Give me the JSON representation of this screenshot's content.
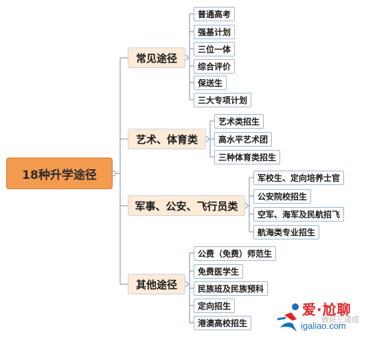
{
  "root": "18种升学途径",
  "categories": [
    {
      "label": "常见途径",
      "items": [
        "普通高考",
        "强基计划",
        "三位一体",
        "综合评价",
        "保送生",
        "三大专项计划"
      ]
    },
    {
      "label": "艺术、体育类",
      "items": [
        "艺术类招生",
        "高水平艺术团",
        "三种体育类招生"
      ]
    },
    {
      "label": "军事、公安、飞行员类",
      "items": [
        "军校生、定向培养士官",
        "公安院校招生",
        "空军、海军及民航招飞",
        "航海类专业招生"
      ]
    },
    {
      "label": "其他途径",
      "items": [
        "公费（免费）师范生",
        "免费医学生",
        "民族班及民族预科",
        "定向招生",
        "港澳高校招生"
      ]
    }
  ],
  "watermark": {
    "title": "爱·尬聊",
    "subtitle": "igaliao.com",
    "faint_text": "做好三通成"
  },
  "colors": {
    "root_fill": "#f59b4f",
    "category_fill": "#fdebd8",
    "leaf_border": "#9bb4cf",
    "connector": "#8aa0b8",
    "watermark_red": "#e2242a",
    "watermark_blue": "#1b6fc2"
  }
}
